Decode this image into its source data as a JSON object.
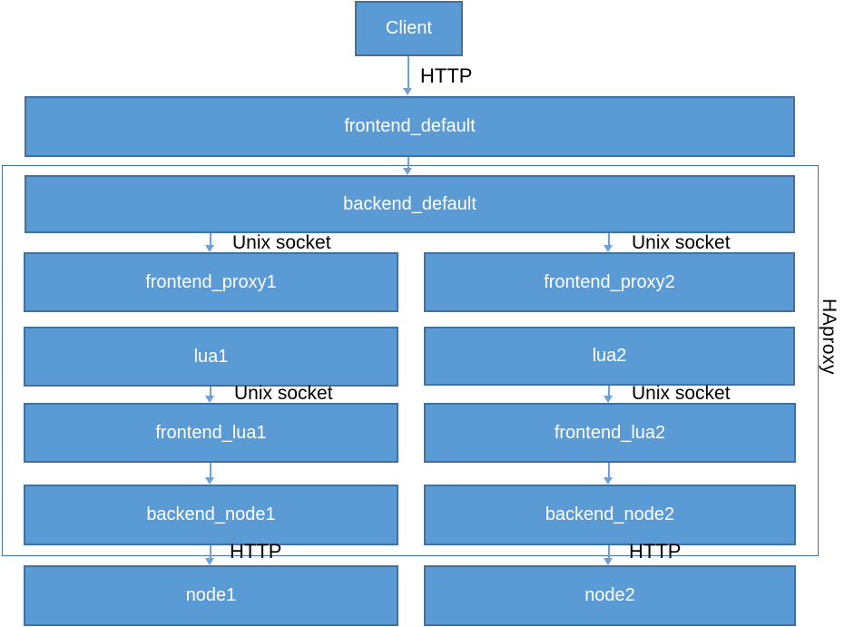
{
  "colors": {
    "box_fill": "#5B9BD5",
    "box_border": "#41719C",
    "box_text": "#FFFFFF",
    "container_border": "#41719C",
    "arrow": "#6FA0D8",
    "edge_label_text": "#000000"
  },
  "container": {
    "label": "HAproxy"
  },
  "nodes": {
    "client": {
      "label": "Client"
    },
    "frontend_default": {
      "label": "frontend_default"
    },
    "backend_default": {
      "label": "backend_default"
    },
    "frontend_proxy1": {
      "label": "frontend_proxy1"
    },
    "frontend_proxy2": {
      "label": "frontend_proxy2"
    },
    "lua1": {
      "label": "lua1"
    },
    "lua2": {
      "label": "lua2"
    },
    "frontend_lua1": {
      "label": "frontend_lua1"
    },
    "frontend_lua2": {
      "label": "frontend_lua2"
    },
    "backend_node1": {
      "label": "backend_node1"
    },
    "backend_node2": {
      "label": "backend_node2"
    },
    "node1": {
      "label": "node1"
    },
    "node2": {
      "label": "node2"
    }
  },
  "edge_labels": {
    "client_to_frontend": "HTTP",
    "backend_to_proxy1": "Unix socket",
    "backend_to_proxy2": "Unix socket",
    "lua1_to_frontend_lua1": "Unix socket",
    "lua2_to_frontend_lua2": "Unix socket",
    "backend_node1_to_node1": "HTTP",
    "backend_node2_to_node2": "HTTP"
  }
}
